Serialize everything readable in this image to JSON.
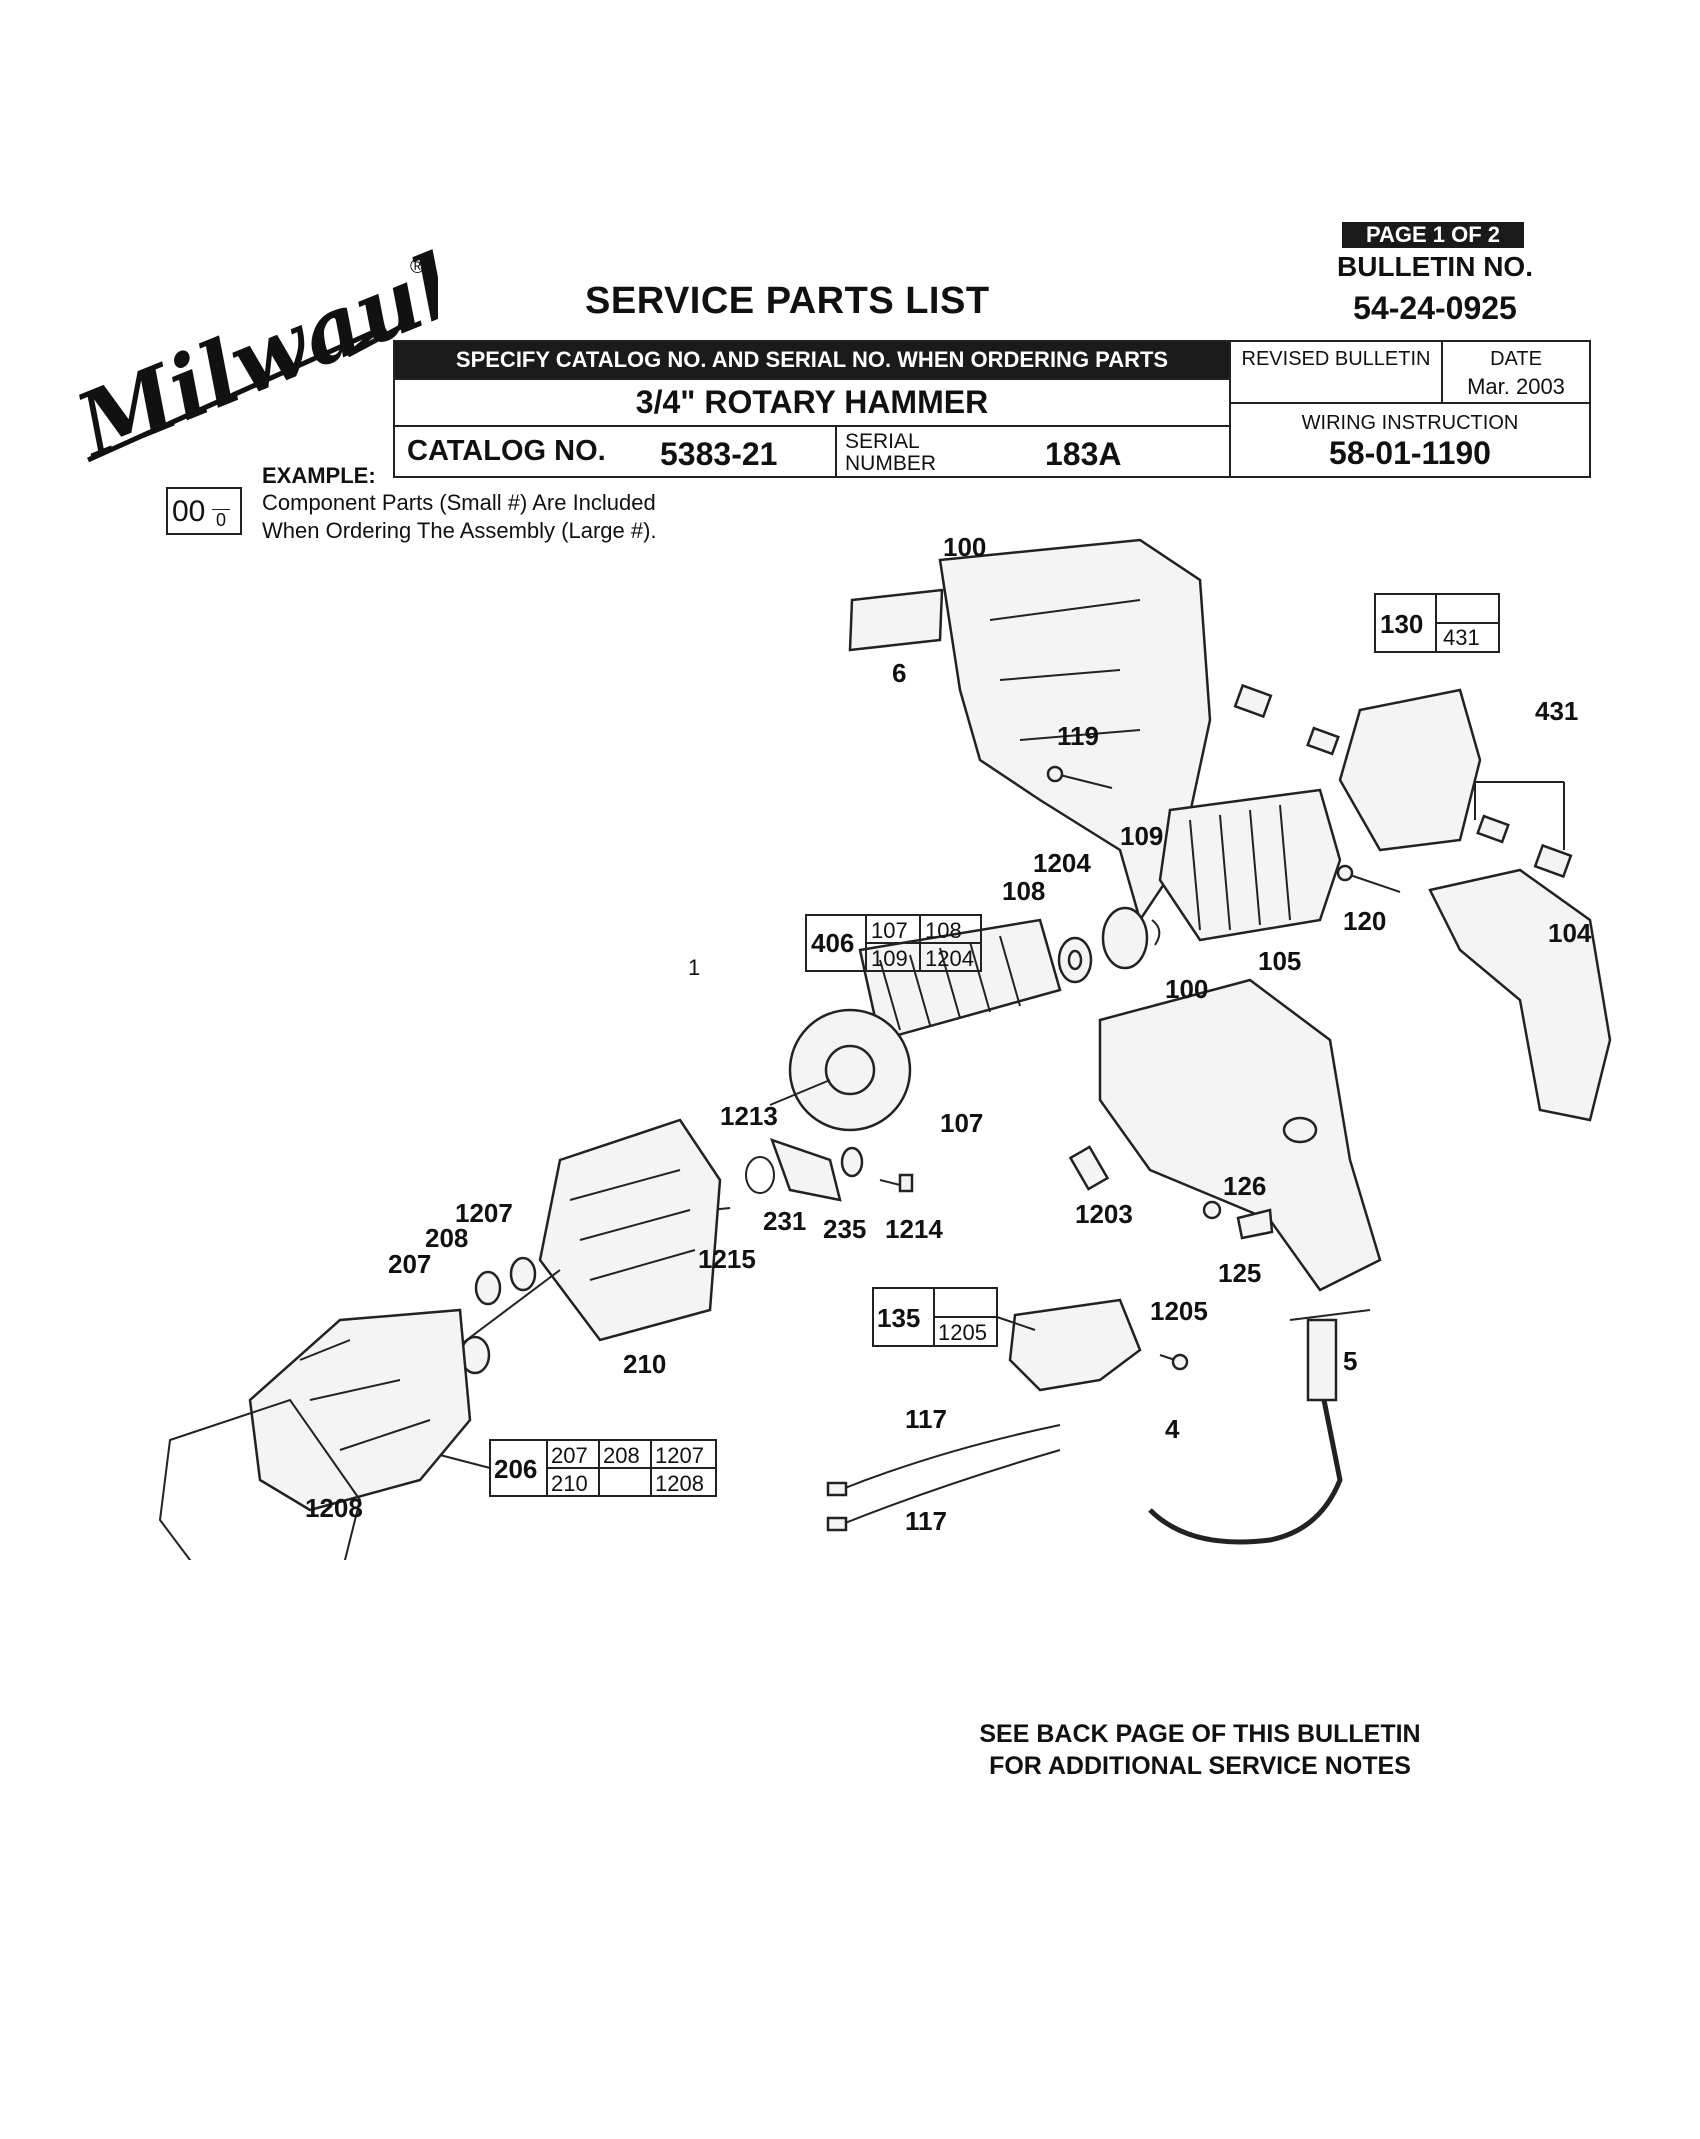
{
  "brand": {
    "name": "Milwaukee",
    "registered_mark": "®"
  },
  "page_badge": "PAGE 1 OF 2",
  "bulletin": {
    "label": "BULLETIN NO.",
    "number": "54-24-0925"
  },
  "doc_title": "SERVICE PARTS LIST",
  "header": {
    "specify_note": "SPECIFY CATALOG NO. AND SERIAL NO. WHEN ORDERING PARTS",
    "product": "3/4\" ROTARY HAMMER",
    "catalog_label": "CATALOG NO.",
    "catalog_number": "5383-21",
    "serial_label_1": "SERIAL",
    "serial_label_2": "NUMBER",
    "serial_number": "183A",
    "revised_label": "REVISED BULLETIN",
    "revised_value": "",
    "date_label": "DATE",
    "date_value": "Mar. 2003",
    "wiring_label": "WIRING INSTRUCTION",
    "wiring_number": "58-01-1190"
  },
  "example": {
    "label": "EXAMPLE:",
    "big": "00",
    "small": "0",
    "line1": "Component Parts (Small #) Are Included",
    "line2": "When Ordering The Assembly (Large #)."
  },
  "diagram": {
    "stray_mark": "1",
    "part_labels": [
      "100",
      "6",
      "119",
      "109",
      "1204",
      "108",
      "105",
      "120",
      "104",
      "100",
      "431",
      "107",
      "1213",
      "231",
      "235",
      "1214",
      "1215",
      "1207",
      "208",
      "207",
      "210",
      "1203",
      "126",
      "125",
      "1205",
      "5",
      "4",
      "117",
      "117",
      "1208"
    ],
    "assemblies": [
      {
        "number": "130",
        "components": [
          "",
          "431"
        ]
      },
      {
        "number": "406",
        "components": [
          "107",
          "108",
          "109",
          "1204"
        ]
      },
      {
        "number": "135",
        "components": [
          "",
          "1205"
        ]
      },
      {
        "number": "206",
        "components": [
          "207",
          "208",
          "1207",
          "210",
          "",
          "1208"
        ]
      }
    ]
  },
  "footer": {
    "line1": "SEE BACK PAGE OF THIS BULLETIN",
    "line2": "FOR ADDITIONAL SERVICE NOTES"
  }
}
